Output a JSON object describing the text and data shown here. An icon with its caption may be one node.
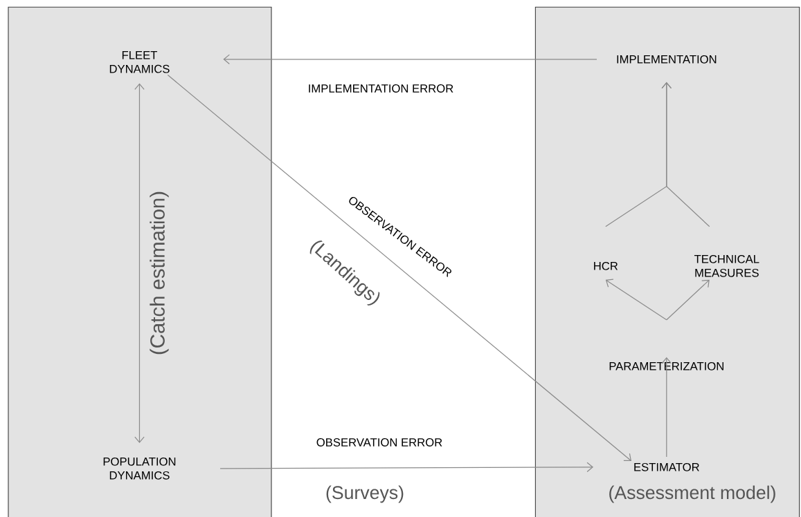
{
  "diagram": {
    "nodes": [
      {
        "text": [],
        "shape": "box"
      },
      {
        "text": [
          "FLEET DYNAMICS"
        ],
        "in": 0
      },
      {
        "text": [
          "POPULATION DYNAMICS"
        ],
        "in": 0
      },
      {
        "text": [],
        "shape": "box"
      },
      {
        "text": [
          "IMPLEMENTATION"
        ],
        "in": 3
      },
      {
        "text": [
          "HCR"
        ],
        "in": 3
      },
      {
        "text": [
          "TECHNICAL MEASURES"
        ],
        "in": 3
      },
      {
        "text": [
          "PARAMETERIZATION"
        ],
        "in": 3
      },
      {
        "text": [
          "ESTIMATOR"
        ],
        "in": 3
      }
    ],
    "edges": [
      {
        "from": 4,
        "to": 1,
        "arrow": "to",
        "label": "IMPLEMENTATION ERROR"
      },
      {
        "from": 1,
        "to": 2,
        "arrow": "both",
        "label": "(Catch estimation)"
      },
      {
        "from": 1,
        "to": 8,
        "arrow": "to",
        "label": "OBSERVATION ERROR"
      },
      {
        "from": 2,
        "to": 8,
        "arrow": "to",
        "label": "OBSERVATION ERROR"
      },
      {
        "from": 8,
        "to": 7,
        "arrow": "to"
      },
      {
        "from": 7,
        "to": 5,
        "arrow": "to"
      },
      {
        "from": 7,
        "to": 6,
        "arrow": "to"
      },
      {
        "from": 5,
        "to": 4,
        "arrow": "to"
      },
      {
        "from": 6,
        "to": 4,
        "arrow": "to"
      }
    ],
    "labels": [
      "(Landings)",
      "(Surveys)",
      "(Assessment model)"
    ]
  }
}
